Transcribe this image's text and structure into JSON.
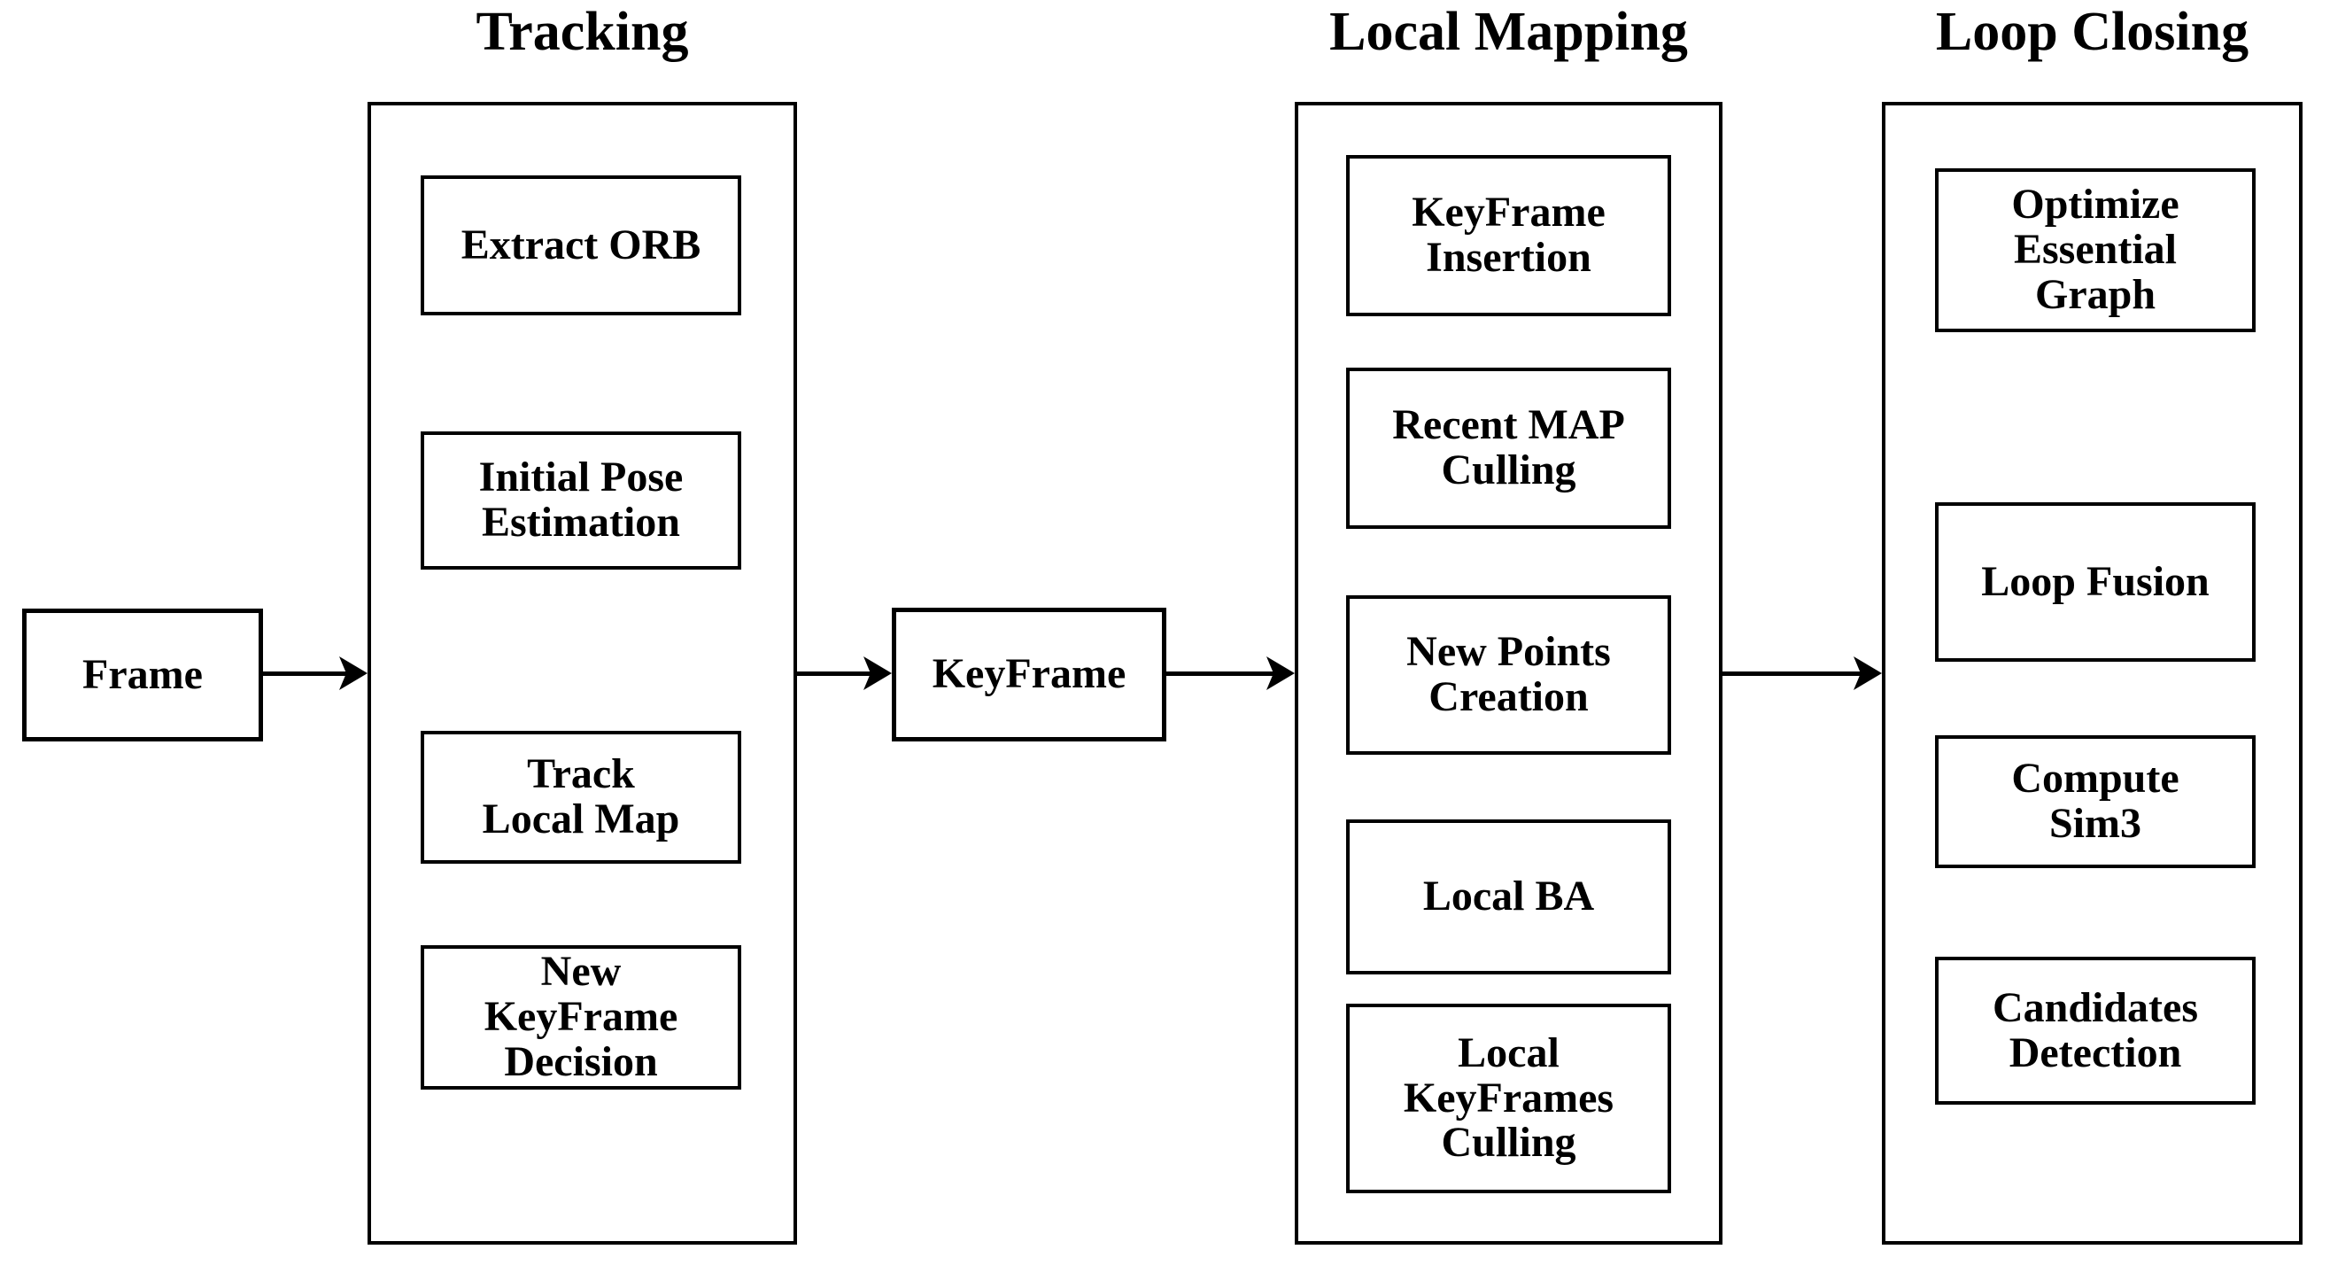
{
  "diagram": {
    "nodes": {
      "frame": {
        "label": "Frame"
      },
      "keyframe": {
        "label": "KeyFrame"
      }
    },
    "columns": [
      {
        "title": "Tracking",
        "boxes": [
          {
            "label": "Extract ORB",
            "lines": [
              "Extract ORB"
            ]
          },
          {
            "label": "Initial Pose Estimation",
            "lines": [
              "Initial Pose",
              "Estimation"
            ]
          },
          {
            "label": "Track Local Map",
            "lines": [
              "Track",
              "Local Map"
            ]
          },
          {
            "label": "New KeyFrame Decision",
            "lines": [
              "New",
              "KeyFrame",
              "Decision"
            ]
          }
        ]
      },
      {
        "title": "Local Mapping",
        "boxes": [
          {
            "label": "KeyFrame Insertion",
            "lines": [
              "KeyFrame",
              "Insertion"
            ]
          },
          {
            "label": "Recent MAP Culling",
            "lines": [
              "Recent MAP",
              "Culling"
            ]
          },
          {
            "label": "New Points Creation",
            "lines": [
              "New Points",
              "Creation"
            ]
          },
          {
            "label": "Local BA",
            "lines": [
              "Local BA"
            ]
          },
          {
            "label": "Local KeyFrames Culling",
            "lines": [
              "Local",
              "KeyFrames",
              "Culling"
            ]
          }
        ]
      },
      {
        "title": "Loop Closing",
        "boxes": [
          {
            "label": "Optimize Essential Graph",
            "lines": [
              "Optimize",
              "Essential",
              "Graph"
            ]
          },
          {
            "label": "Loop Fusion",
            "lines": [
              "Loop Fusion"
            ]
          },
          {
            "label": "Compute Sim3",
            "lines": [
              "Compute",
              "Sim3"
            ]
          },
          {
            "label": "Candidates Detection",
            "lines": [
              "Candidates",
              "Detection"
            ]
          }
        ]
      }
    ],
    "connections": [
      {
        "from": "Frame",
        "to": "Tracking"
      },
      {
        "from": "Tracking",
        "to": "KeyFrame"
      },
      {
        "from": "KeyFrame",
        "to": "Local Mapping"
      },
      {
        "from": "Local Mapping",
        "to": "Loop Closing"
      }
    ],
    "colors": {
      "ink": "#000000",
      "background": "#ffffff"
    }
  }
}
